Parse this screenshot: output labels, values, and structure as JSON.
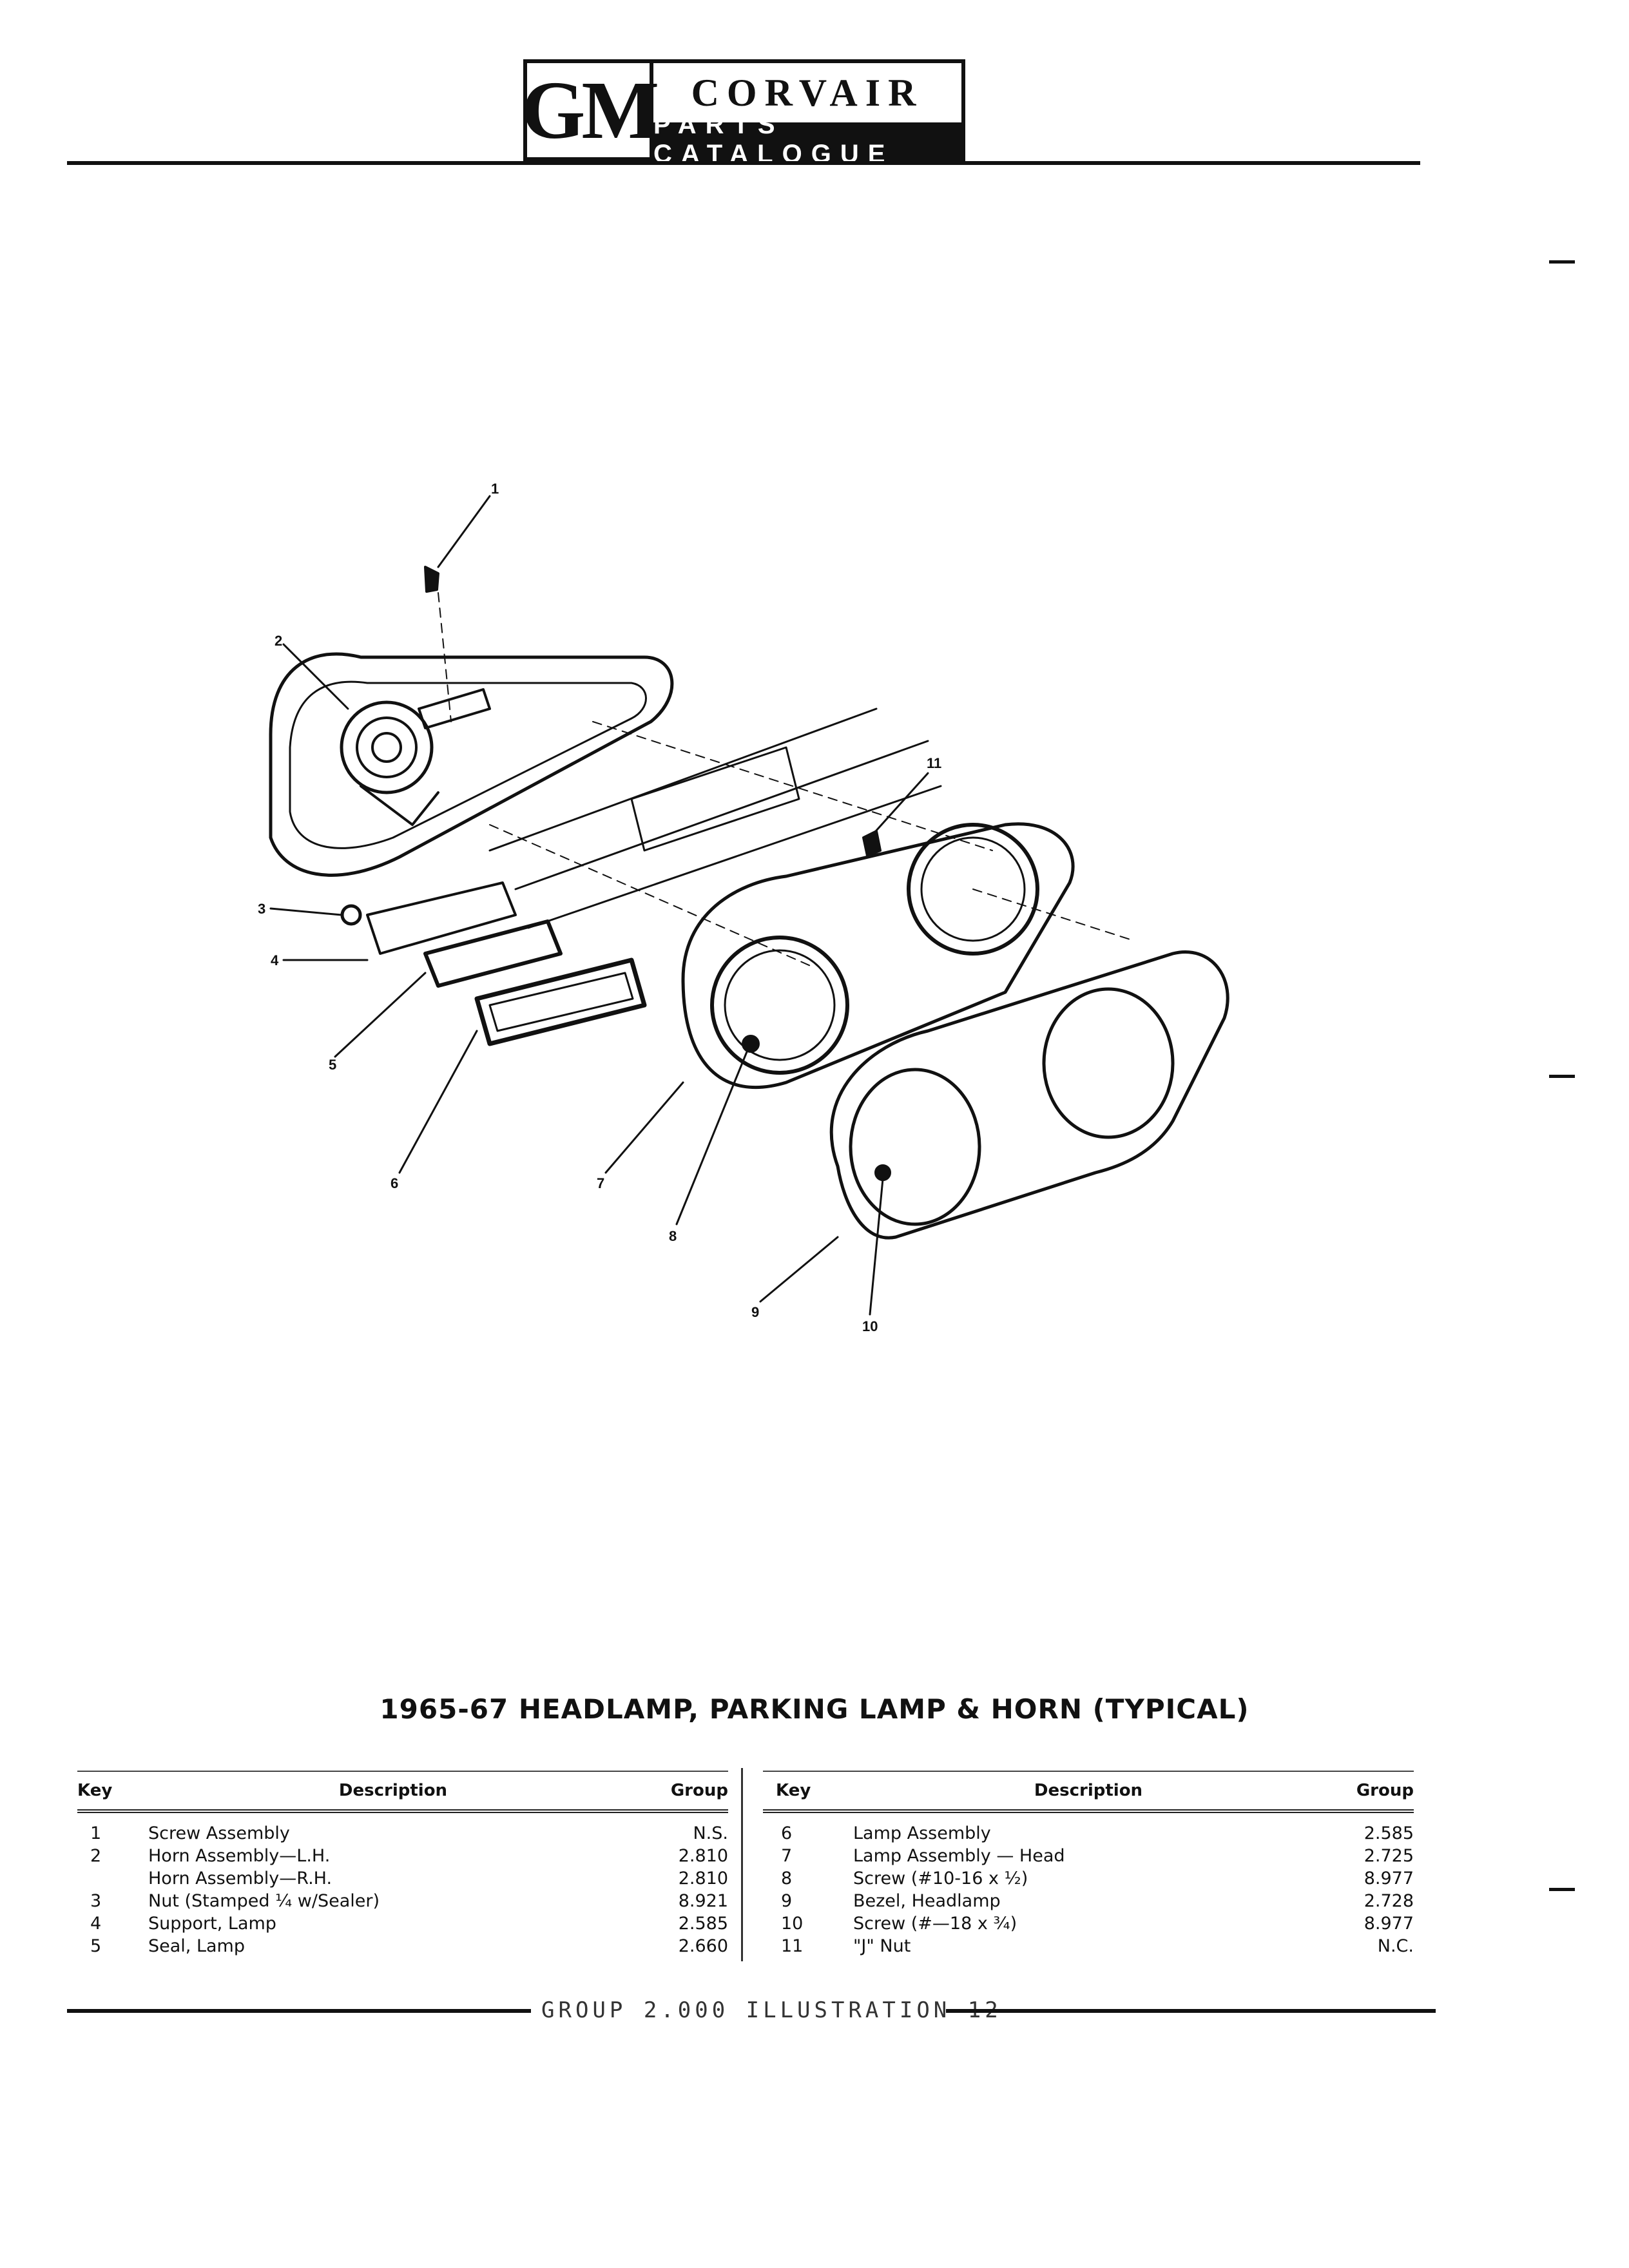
{
  "header": {
    "brand": "GM",
    "title": "CORVAIR",
    "subtitle": "PARTS CATALOGUE"
  },
  "diagram": {
    "callouts": [
      "1",
      "2",
      "3",
      "4",
      "5",
      "6",
      "7",
      "8",
      "9",
      "10",
      "11"
    ]
  },
  "caption": "1965-67 HEADLAMP, PARKING LAMP & HORN (TYPICAL)",
  "table": {
    "headers": {
      "key": "Key",
      "description": "Description",
      "group": "Group"
    },
    "left_rows": [
      {
        "key": "1",
        "description": "Screw Assembly",
        "group": "N.S."
      },
      {
        "key": "2",
        "description": "Horn Assembly—L.H.",
        "group": "2.810"
      },
      {
        "key": "",
        "description": "Horn Assembly—R.H.",
        "group": "2.810"
      },
      {
        "key": "3",
        "description": "Nut (Stamped ¼ w/Sealer)",
        "group": "8.921"
      },
      {
        "key": "4",
        "description": "Support, Lamp",
        "group": "2.585"
      },
      {
        "key": "5",
        "description": "Seal, Lamp",
        "group": "2.660"
      }
    ],
    "right_rows": [
      {
        "key": "6",
        "description": "Lamp Assembly",
        "group": "2.585"
      },
      {
        "key": "7",
        "description": "Lamp Assembly — Head",
        "group": "2.725"
      },
      {
        "key": "8",
        "description": "Screw (#10-16 x ½)",
        "group": "8.977"
      },
      {
        "key": "9",
        "description": "Bezel, Headlamp",
        "group": "2.728"
      },
      {
        "key": "10",
        "description": "Screw (#—18 x ¾)",
        "group": "8.977"
      },
      {
        "key": "11",
        "description": "\"J\" Nut",
        "group": "N.C."
      }
    ]
  },
  "footer": "GROUP 2.000 ILLUSTRATION 12"
}
